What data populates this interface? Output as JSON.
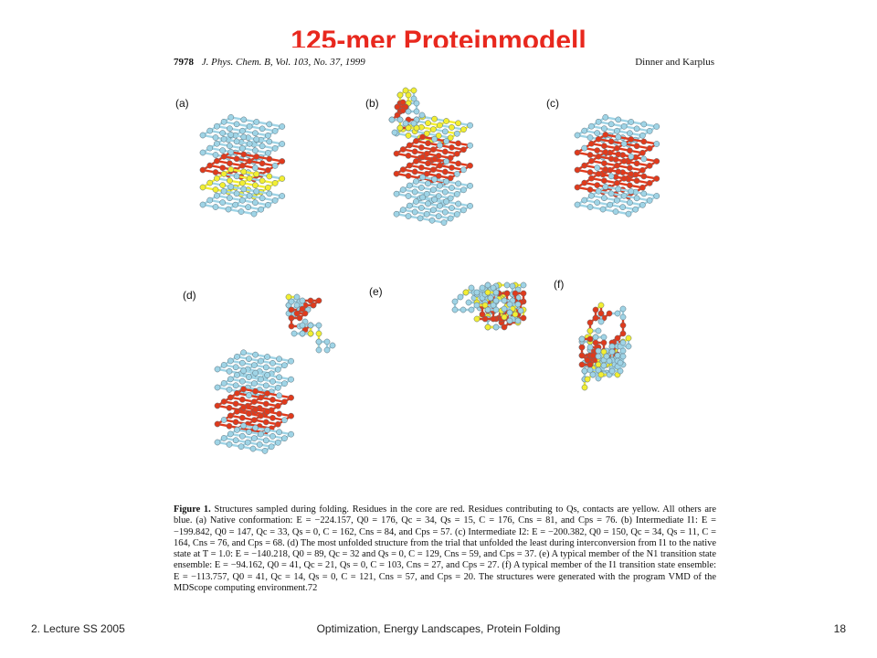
{
  "slide": {
    "title": "125-mer Proteinmodell",
    "footer_left": "2. Lecture SS 2005",
    "footer_center": "Optimization, Energy Landscapes, Protein Folding",
    "footer_right": "18"
  },
  "paper": {
    "page_number": "7978",
    "journal": "J. Phys. Chem. B, Vol. 103, No. 37, 1999",
    "authors": "Dinner and Karplus",
    "panels": [
      {
        "label": "(a)",
        "style": "compact"
      },
      {
        "label": "(b)",
        "style": "tall"
      },
      {
        "label": "(c)",
        "style": "compact"
      },
      {
        "label": "(d)",
        "style": "partial"
      },
      {
        "label": "(e)",
        "style": "unfolded"
      },
      {
        "label": "(f)",
        "style": "unfolded"
      }
    ],
    "colors": {
      "core": "#e03a1c",
      "contact": "#f2ee32",
      "other": "#9fd4e6",
      "stroke": "#5a6e78"
    },
    "caption": {
      "figure_label": "Figure 1.",
      "text": "Structures sampled during folding. Residues in the core are red. Residues contributing to Qs, contacts are yellow. All others are blue. (a) Native conformation: E = −224.157, Q0 = 176, Qc = 34, Qs = 15, C = 176, Cns = 81, and Cps = 76. (b) Intermediate I1: E = −199.842, Q0 = 147, Qc = 33, Qs = 0, C = 162, Cns = 84, and Cps = 57. (c) Intermediate I2: E = −200.382, Q0 = 150, Qc = 34, Qs = 11, C = 164, Cns = 76, and Cps = 68. (d) The most unfolded structure from the trial that unfolded the least during interconversion from I1 to the native state at T = 1.0: E = −140.218, Q0 = 89, Qc = 32 and Qs = 0, C = 129, Cns = 59, and Cps = 37. (e) A typical member of the N1 transition state ensemble: E = −94.162, Q0 = 41, Qc = 21, Qs = 0, C = 103, Cns = 27, and Cps = 27. (f) A typical member of the I1 transition state ensemble: E = −113.757, Q0 = 41, Qc = 14, Qs = 0, C = 121, Cns = 57, and Cps = 20. The structures were generated with the program VMD of the MDScope computing environment.72"
    }
  }
}
